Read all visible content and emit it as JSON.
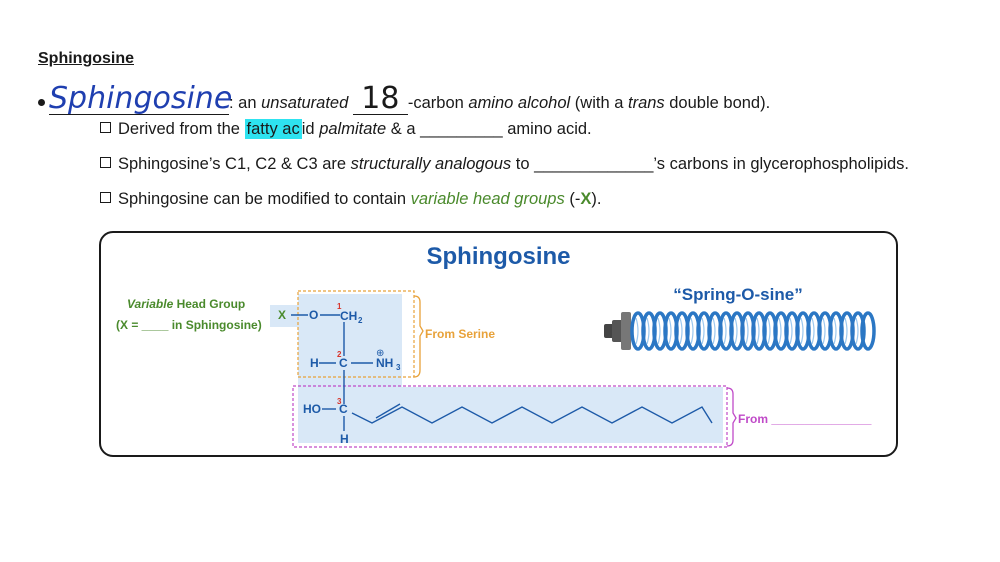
{
  "heading": "Sphingosine",
  "bullet": {
    "handwritten_term": "Sphingosine",
    "t1": ": an ",
    "t2": "unsaturated",
    "handwritten_num": "18",
    "t3": "-carbon ",
    "t4": "amino alcohol",
    "t5": " (with a ",
    "t6": "trans",
    "t7": " double bond)."
  },
  "sub1": {
    "a": "Derived from the ",
    "hl": "fatty ac",
    "b": "id ",
    "c": "palmitate",
    "d": " & a ",
    "blank": "_________",
    "e": " amino acid."
  },
  "sub2": {
    "a": "Sphingosine’s C1, C2 & C3 are ",
    "b": "structurally analogous",
    "c": " to ",
    "blank": "_____________",
    "d": "’s carbons in glycerophospholipids."
  },
  "sub3": {
    "a": "Sphingosine can be modified to contain ",
    "b": "variable head groups",
    "c": " (-",
    "d": "X",
    "e": ")."
  },
  "panel": {
    "title": "Sphingosine",
    "vhg_line1a": "Variable",
    "vhg_line1b": " Head Group",
    "vhg_line2": "(X = ____ in Sphingosine)",
    "from_serine": "From Serine",
    "from_label": "From _______________",
    "spring_title": "“Spring-O-sine”",
    "atoms": {
      "x": "X",
      "o": "O",
      "ch2": "CH",
      "ch2_sub": "2",
      "h_left": "H",
      "c2": "C",
      "nh3": "NH",
      "nh3_sub": "3",
      "plus": "⊕",
      "ho": "HO",
      "c3": "C",
      "h_bottom": "H",
      "n1": "1",
      "n2": "2",
      "n3": "3"
    }
  },
  "colors": {
    "title_blue": "#1d5aa8",
    "green": "#4a8a2c",
    "orange": "#e8a23a",
    "magenta": "#c04ac8",
    "highlight": "#2ee3f0",
    "box_fill": "#d9e8f7",
    "handwriting": "#1f3fb0"
  }
}
